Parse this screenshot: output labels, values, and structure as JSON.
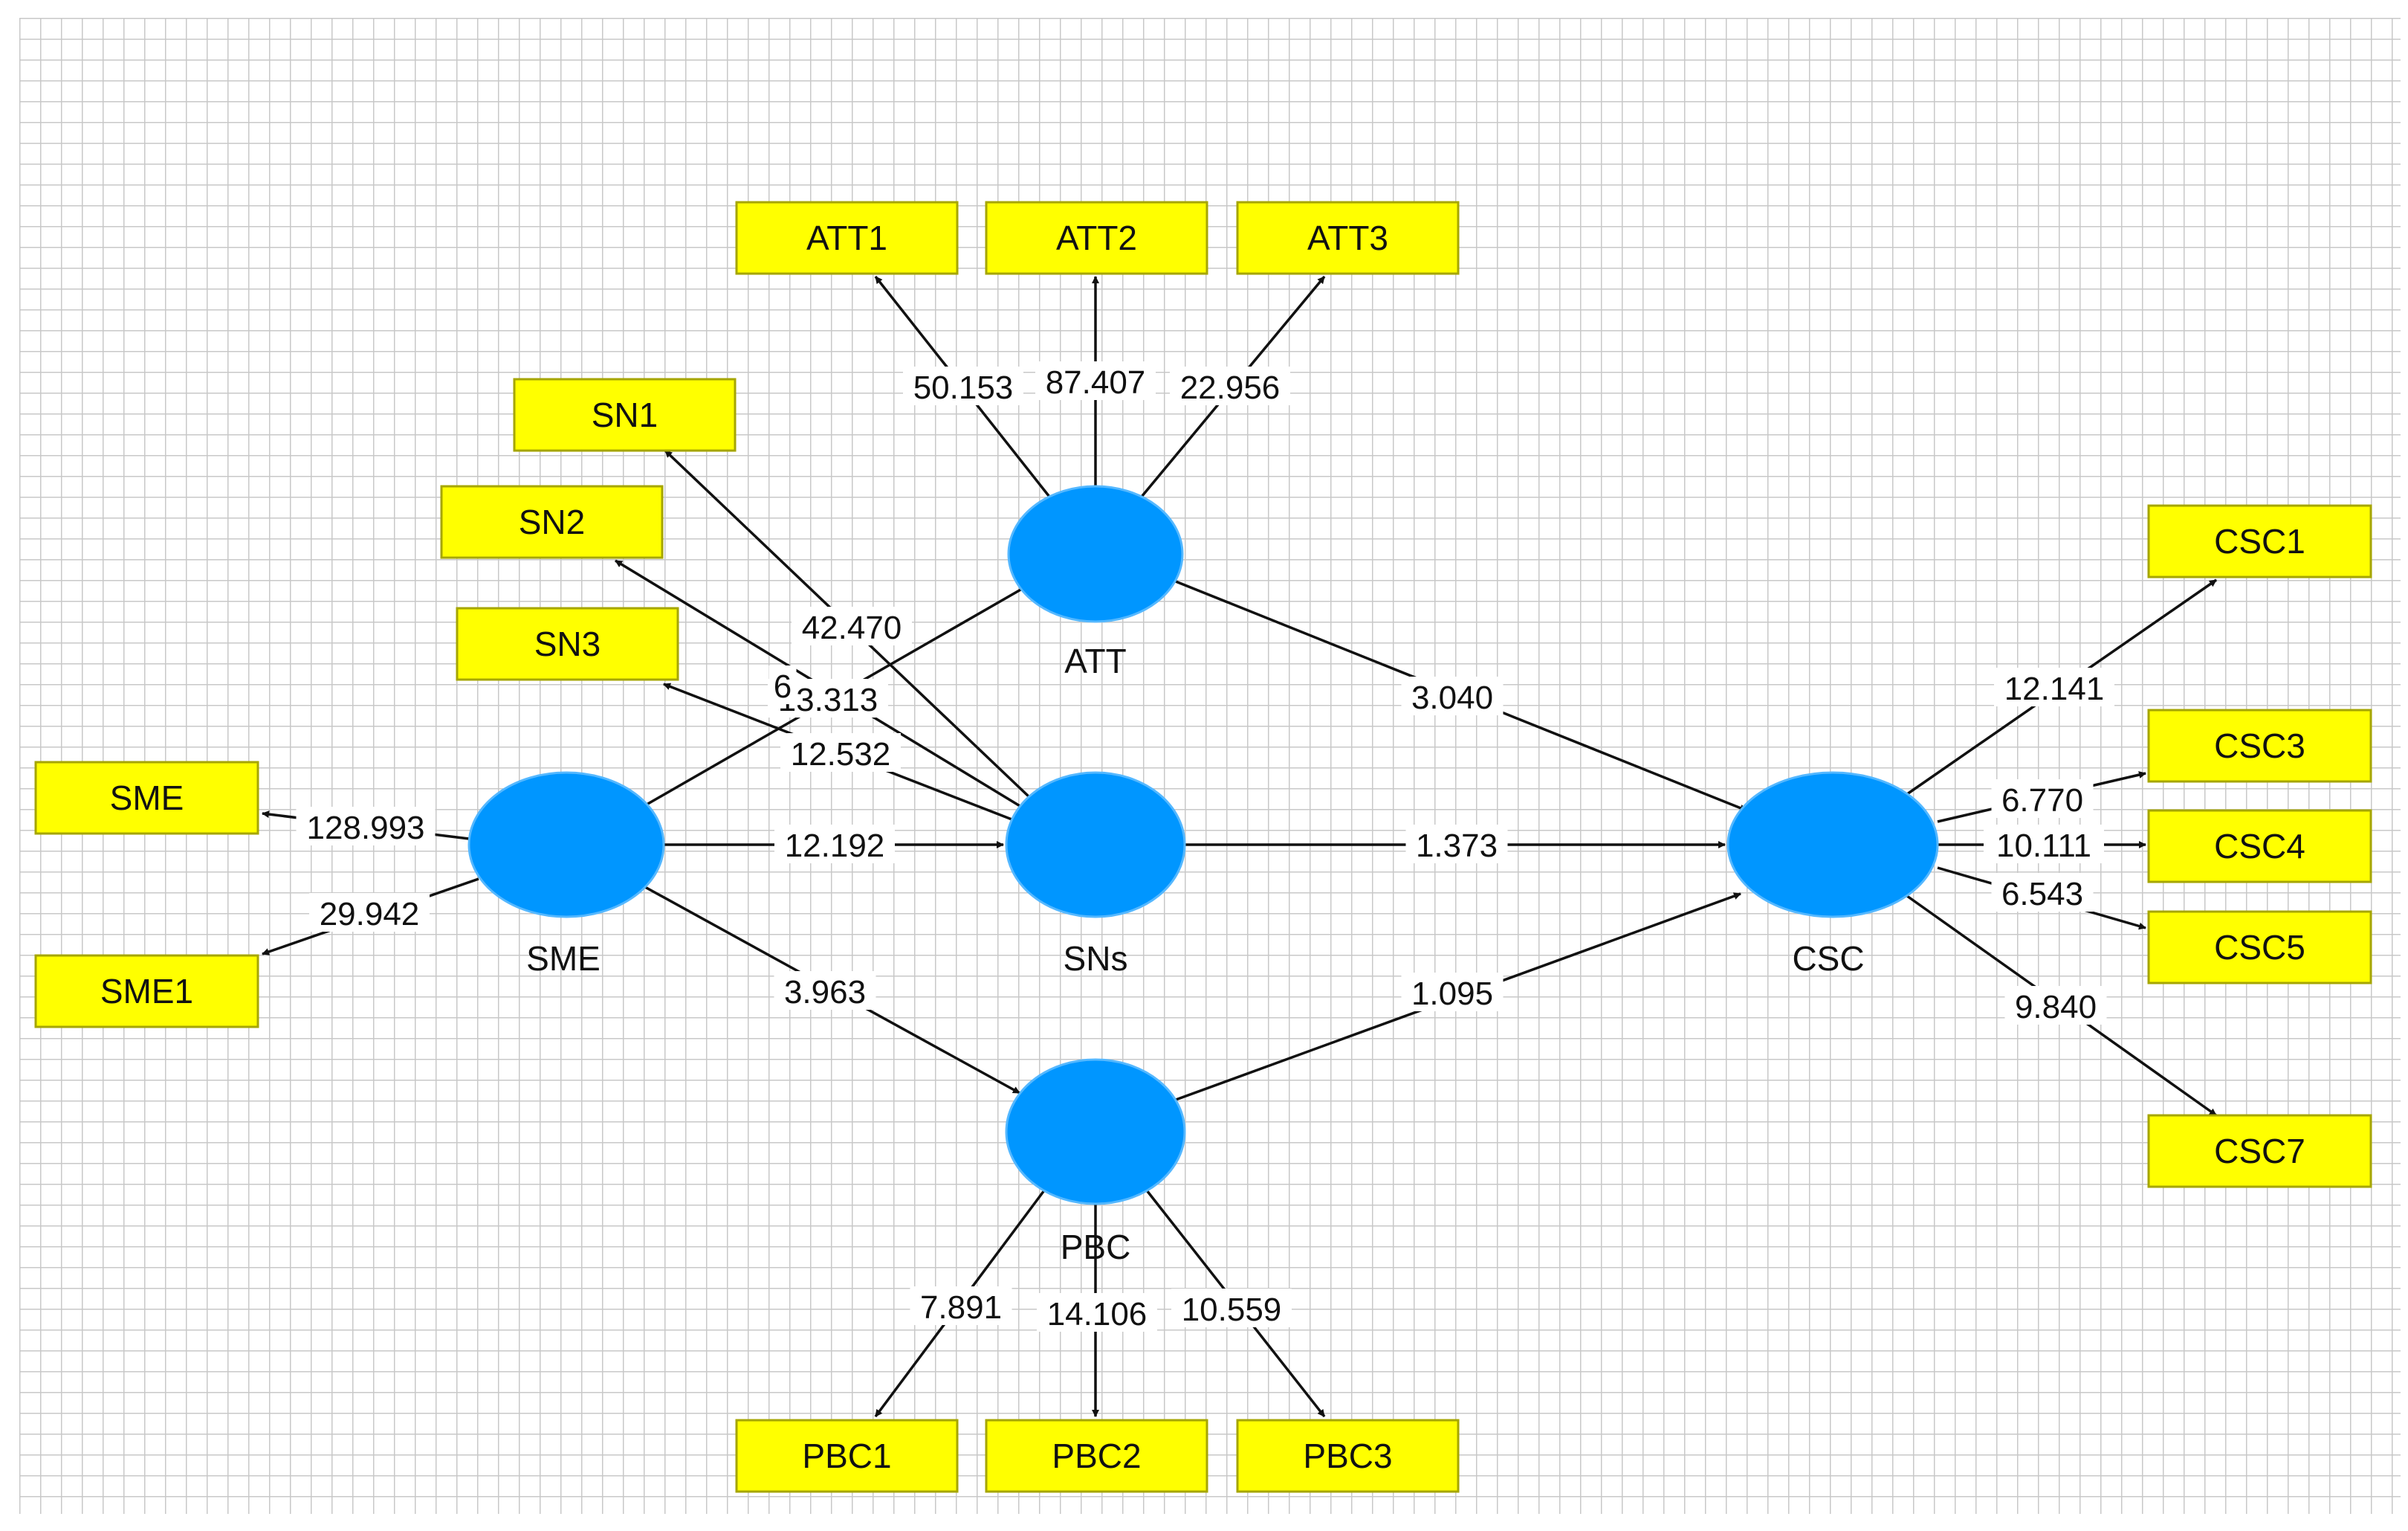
{
  "colors": {
    "background": "#ffffff",
    "grid": "#c8c8c8",
    "indicator_fill": "#ffff00",
    "indicator_border": "#a6a600",
    "latent_fill": "#0096ff",
    "latent_border": "#55b8ff",
    "edge": "#111111"
  },
  "latent_constructs": [
    {
      "id": "SME",
      "label": "SME"
    },
    {
      "id": "ATT",
      "label": "ATT"
    },
    {
      "id": "SNs",
      "label": "SNs"
    },
    {
      "id": "PBC",
      "label": "PBC"
    },
    {
      "id": "CSC",
      "label": "CSC"
    }
  ],
  "indicators": [
    {
      "id": "ATT1",
      "label": "ATT1"
    },
    {
      "id": "ATT2",
      "label": "ATT2"
    },
    {
      "id": "ATT3",
      "label": "ATT3"
    },
    {
      "id": "SN1",
      "label": "SN1"
    },
    {
      "id": "SN2",
      "label": "SN2"
    },
    {
      "id": "SN3",
      "label": "SN3"
    },
    {
      "id": "SME",
      "label": "SME"
    },
    {
      "id": "SME1",
      "label": "SME1"
    },
    {
      "id": "CSC1",
      "label": "CSC1"
    },
    {
      "id": "CSC3",
      "label": "CSC3"
    },
    {
      "id": "CSC4",
      "label": "CSC4"
    },
    {
      "id": "CSC5",
      "label": "CSC5"
    },
    {
      "id": "CSC7",
      "label": "CSC7"
    },
    {
      "id": "PBC1",
      "label": "PBC1"
    },
    {
      "id": "PBC2",
      "label": "PBC2"
    },
    {
      "id": "PBC3",
      "label": "PBC3"
    }
  ],
  "outer_paths": [
    {
      "from": "ATT",
      "to": "ATT1",
      "value": "50.153"
    },
    {
      "from": "ATT",
      "to": "ATT2",
      "value": "87.407"
    },
    {
      "from": "ATT",
      "to": "ATT3",
      "value": "22.956"
    },
    {
      "from": "SNs",
      "to": "SN1",
      "value": "42.470"
    },
    {
      "from": "SNs",
      "to": "SN2",
      "value": "13.313"
    },
    {
      "from": "SNs",
      "to": "SN3",
      "value": "12.532"
    },
    {
      "from": "SME",
      "to": "SME",
      "value": "128.993"
    },
    {
      "from": "SME",
      "to": "SME1",
      "value": "29.942"
    },
    {
      "from": "CSC",
      "to": "CSC1",
      "value": "12.141"
    },
    {
      "from": "CSC",
      "to": "CSC3",
      "value": "6.770"
    },
    {
      "from": "CSC",
      "to": "CSC4",
      "value": "10.111"
    },
    {
      "from": "CSC",
      "to": "CSC5",
      "value": "6.543"
    },
    {
      "from": "CSC",
      "to": "CSC7",
      "value": "9.840"
    },
    {
      "from": "PBC",
      "to": "PBC1",
      "value": "7.891"
    },
    {
      "from": "PBC",
      "to": "PBC2",
      "value": "14.106"
    },
    {
      "from": "PBC",
      "to": "PBC3",
      "value": "10.559"
    }
  ],
  "inner_paths": [
    {
      "from": "SME",
      "to": "ATT",
      "value": "6"
    },
    {
      "from": "SME",
      "to": "SNs",
      "value": "12.192"
    },
    {
      "from": "SME",
      "to": "PBC",
      "value": "3.963"
    },
    {
      "from": "ATT",
      "to": "CSC",
      "value": "3.040"
    },
    {
      "from": "SNs",
      "to": "CSC",
      "value": "1.373"
    },
    {
      "from": "PBC",
      "to": "CSC",
      "value": "1.095"
    }
  ]
}
